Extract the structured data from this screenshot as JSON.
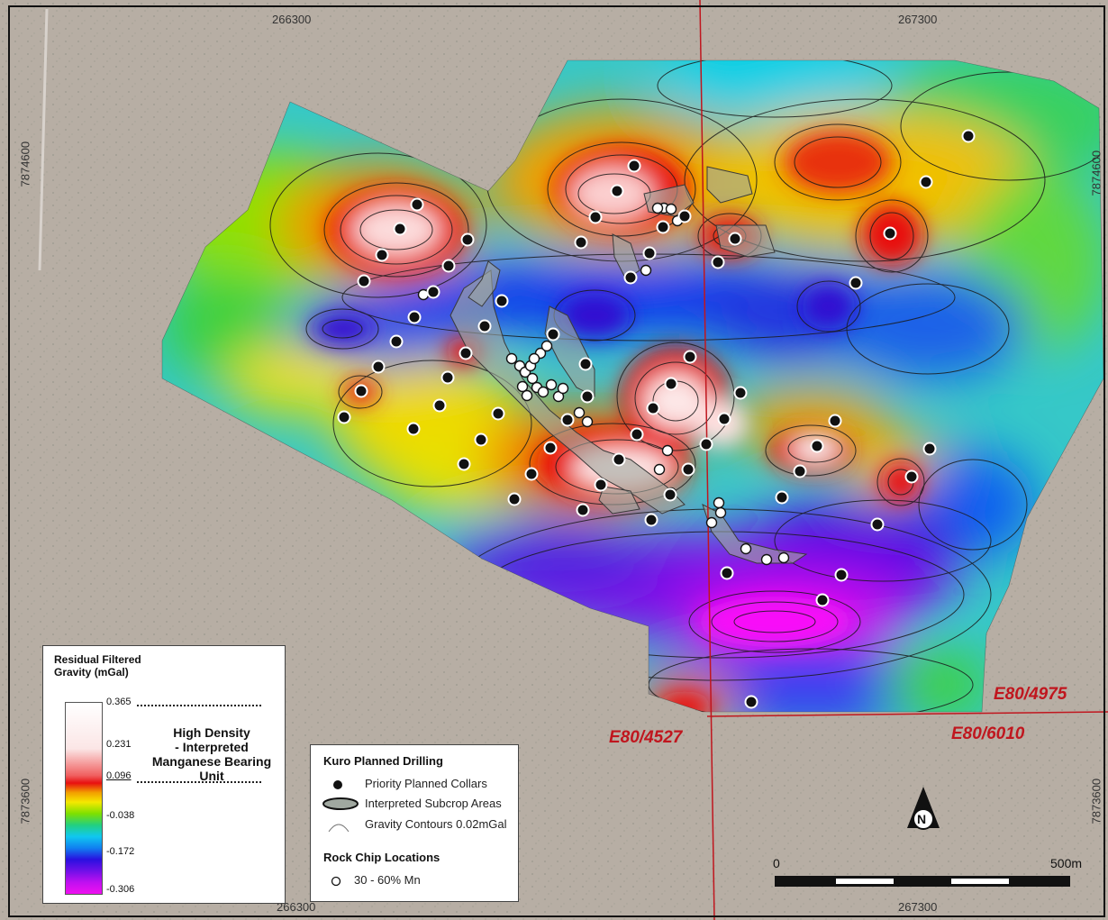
{
  "grid": {
    "x_labels": [
      "266300",
      "267300"
    ],
    "y_labels": [
      "7874600",
      "7873600"
    ]
  },
  "tenements": [
    "E80/4975",
    "E80/4527",
    "E80/6010"
  ],
  "legend_gravity": {
    "title_line1": "Residual Filtered",
    "title_line2": "Gravity (mGal)",
    "ticks": [
      "0.365",
      "0.231",
      "0.096",
      "-0.038",
      "-0.172",
      "-0.306"
    ],
    "high_density_line1": "High Density",
    "high_density_line2": "- Interpreted",
    "high_density_line3": "Manganese Bearing Unit"
  },
  "legend_drilling": {
    "title": "Kuro Planned Drilling",
    "items": [
      "Priority Planned Collars",
      "Interpreted Subcrop Areas",
      "Gravity Contours 0.02mGal"
    ],
    "rock_title": "Rock Chip Locations",
    "rock_item": "30 - 60% Mn"
  },
  "scale": {
    "start": "0",
    "end": "500m"
  },
  "north": "N",
  "colors": {
    "tenement_line": "#c0161e",
    "collar": "#111111",
    "rock_chip": "#ffffff",
    "subcrop": "#a0a8a0"
  },
  "points": {
    "collars": [
      [
        704,
        184
      ],
      [
        685,
        212
      ],
      [
        661,
        241
      ],
      [
        645,
        269
      ],
      [
        736,
        252
      ],
      [
        760,
        240
      ],
      [
        816,
        265
      ],
      [
        797,
        291
      ],
      [
        700,
        308
      ],
      [
        721,
        281
      ],
      [
        463,
        227
      ],
      [
        444,
        254
      ],
      [
        519,
        266
      ],
      [
        424,
        283
      ],
      [
        498,
        295
      ],
      [
        404,
        312
      ],
      [
        481,
        324
      ],
      [
        460,
        352
      ],
      [
        440,
        379
      ],
      [
        420,
        407
      ],
      [
        401,
        434
      ],
      [
        382,
        463
      ],
      [
        459,
        476
      ],
      [
        488,
        450
      ],
      [
        497,
        419
      ],
      [
        517,
        392
      ],
      [
        538,
        362
      ],
      [
        557,
        334
      ],
      [
        614,
        371
      ],
      [
        650,
        404
      ],
      [
        652,
        440
      ],
      [
        630,
        466
      ],
      [
        611,
        497
      ],
      [
        590,
        526
      ],
      [
        571,
        554
      ],
      [
        553,
        459
      ],
      [
        534,
        488
      ],
      [
        515,
        515
      ],
      [
        647,
        566
      ],
      [
        667,
        538
      ],
      [
        687,
        510
      ],
      [
        707,
        482
      ],
      [
        725,
        453
      ],
      [
        745,
        426
      ],
      [
        766,
        396
      ],
      [
        744,
        549
      ],
      [
        723,
        577
      ],
      [
        764,
        521
      ],
      [
        784,
        493
      ],
      [
        804,
        465
      ],
      [
        822,
        436
      ],
      [
        868,
        552
      ],
      [
        888,
        523
      ],
      [
        907,
        495
      ],
      [
        927,
        467
      ],
      [
        974,
        582
      ],
      [
        1012,
        529
      ],
      [
        1032,
        498
      ],
      [
        934,
        638
      ],
      [
        913,
        666
      ],
      [
        807,
        636
      ],
      [
        834,
        779
      ],
      [
        950,
        314
      ],
      [
        988,
        259
      ],
      [
        1028,
        202
      ],
      [
        1075,
        151
      ]
    ],
    "rock_chips": [
      [
        470,
        327
      ],
      [
        568,
        398
      ],
      [
        577,
        406
      ],
      [
        583,
        413
      ],
      [
        591,
        420
      ],
      [
        596,
        430
      ],
      [
        603,
        435
      ],
      [
        612,
        427
      ],
      [
        620,
        440
      ],
      [
        625,
        431
      ],
      [
        589,
        406
      ],
      [
        600,
        392
      ],
      [
        607,
        384
      ],
      [
        593,
        398
      ],
      [
        580,
        429
      ],
      [
        585,
        439
      ],
      [
        737,
        231
      ],
      [
        745,
        232
      ],
      [
        752,
        245
      ],
      [
        730,
        231
      ],
      [
        717,
        300
      ],
      [
        732,
        521
      ],
      [
        741,
        500
      ],
      [
        745,
        547
      ],
      [
        798,
        558
      ],
      [
        800,
        569
      ],
      [
        790,
        580
      ],
      [
        828,
        609
      ],
      [
        851,
        621
      ],
      [
        870,
        619
      ],
      [
        643,
        458
      ],
      [
        652,
        468
      ]
    ]
  }
}
